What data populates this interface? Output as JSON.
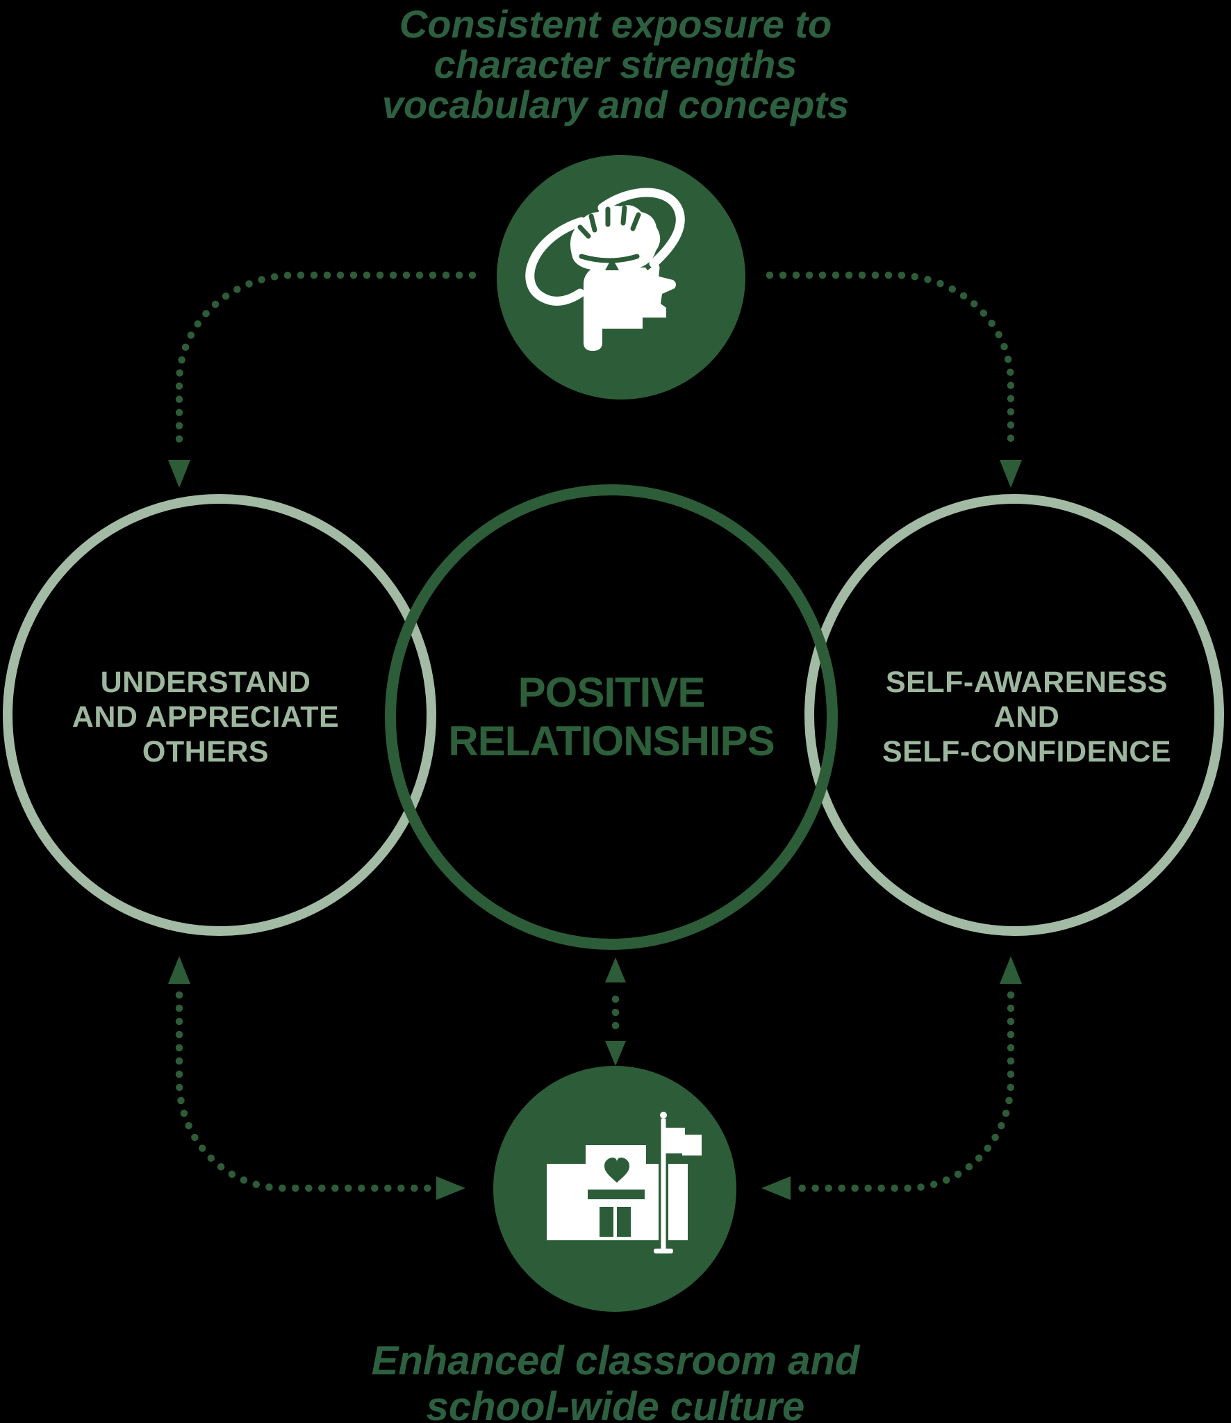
{
  "diagram": {
    "top_annotation": {
      "line1": "Consistent exposure to",
      "line2": "character strengths",
      "line3": "vocabulary and concepts"
    },
    "bottom_annotation": {
      "line1": "Enhanced classroom and",
      "line2": "school-wide culture"
    },
    "left_circle": {
      "line1": "UNDERSTAND",
      "line2": "AND APPRECIATE",
      "line3": "OTHERS"
    },
    "center_circle": {
      "line1": "POSITIVE",
      "line2": "RELATIONSHIPS"
    },
    "right_circle": {
      "line1": "SELF-AWARENESS",
      "line2": "AND",
      "line3": "SELF-CONFIDENCE"
    },
    "icons": {
      "top": "brain-learning-icon",
      "bottom": "school-building-icon"
    },
    "colors": {
      "dark_green": "#2c5d38",
      "light_green": "#a3bba4",
      "label_light": "#9db79f",
      "annotation_green": "#2d6040",
      "icon_white": "#ffffff",
      "background": "#000000"
    }
  }
}
